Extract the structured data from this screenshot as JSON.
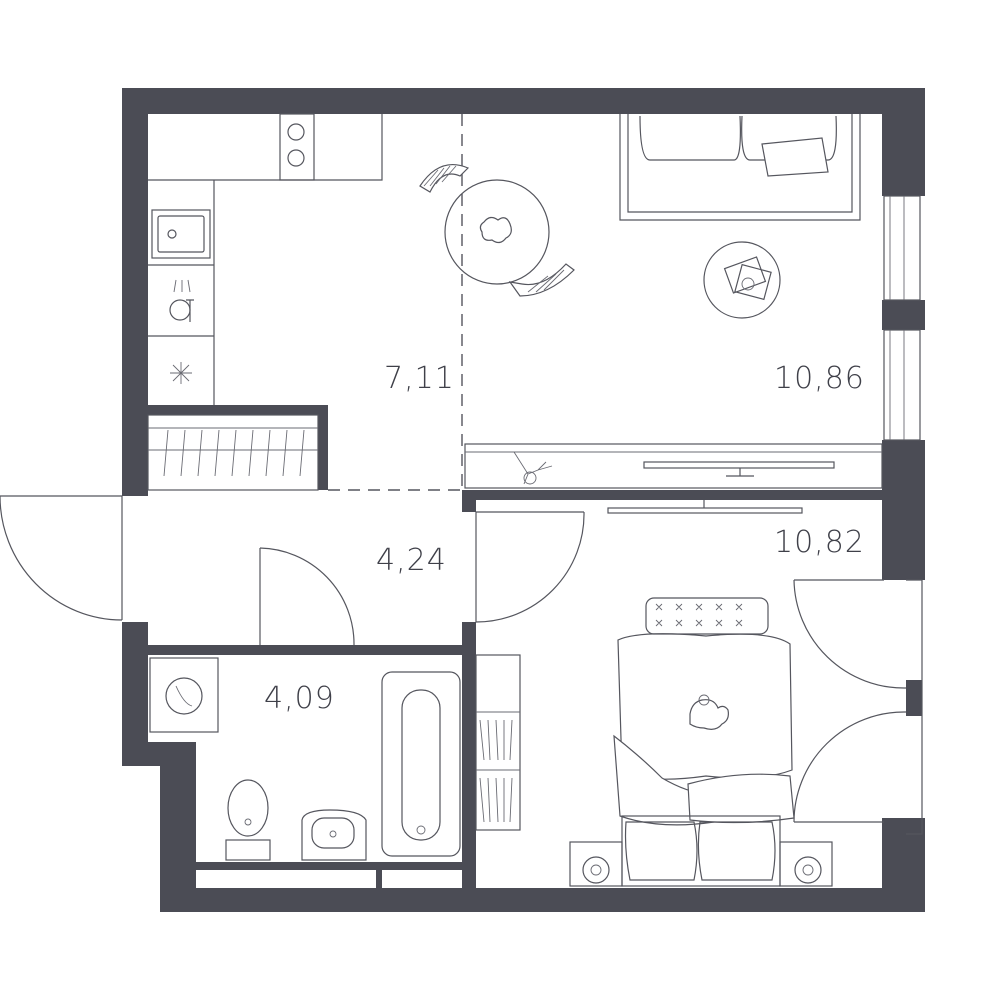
{
  "rooms": {
    "kitchen": {
      "area": "7,11"
    },
    "living": {
      "area": "10,86"
    },
    "hall": {
      "area": "4,24"
    },
    "bathroom": {
      "area": "4,09"
    },
    "bedroom": {
      "area": "10,82"
    }
  },
  "colors": {
    "wall": "#4b4c55",
    "line": "#55565e",
    "background": "#ffffff"
  }
}
